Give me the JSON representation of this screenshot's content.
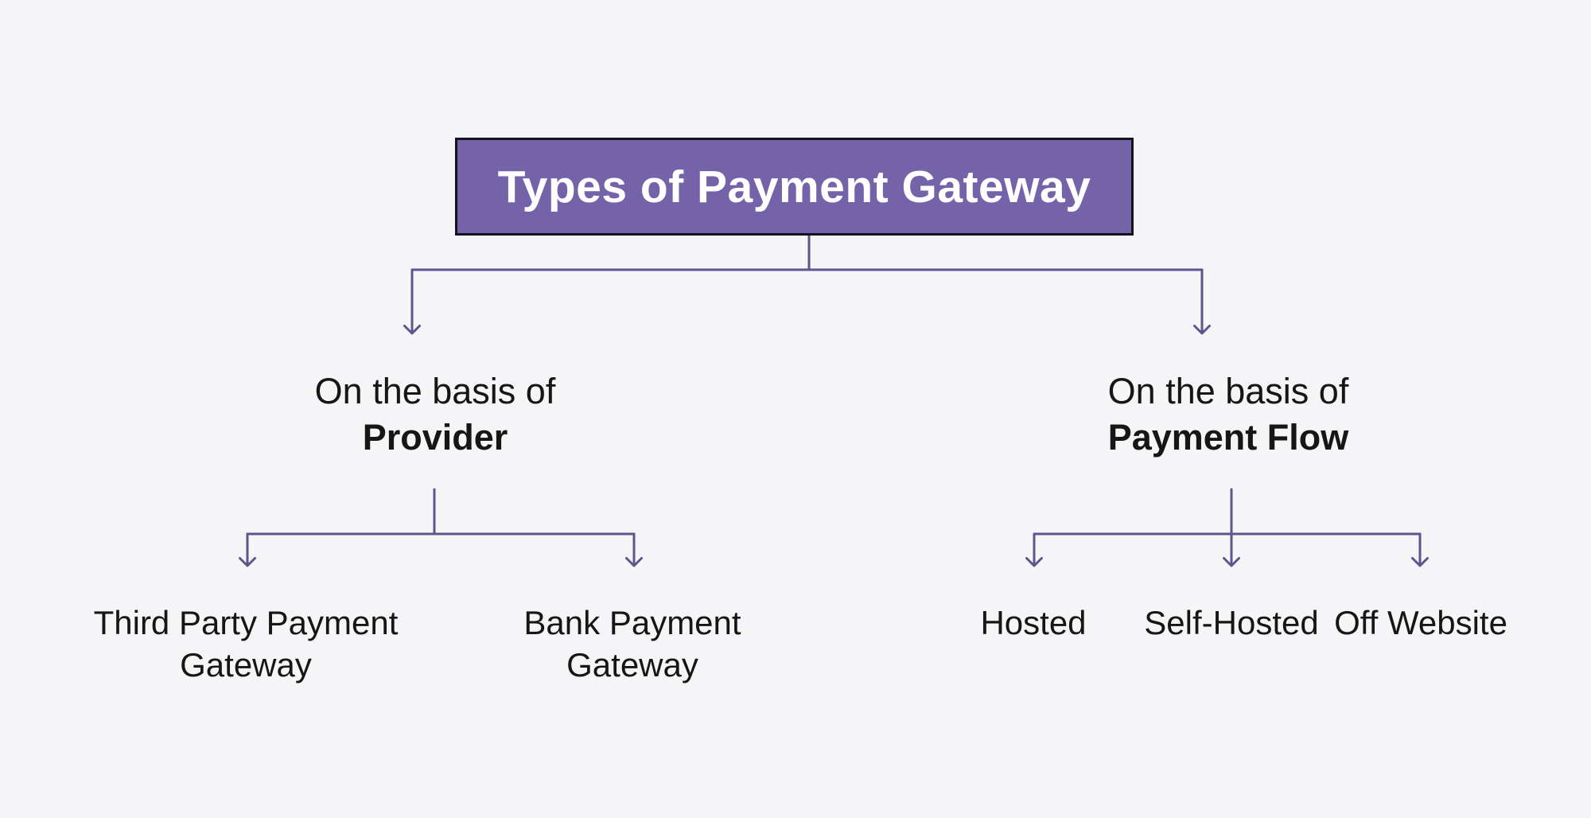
{
  "colors": {
    "page-bg": "#f5f5f7",
    "accent-purple": "#7463a9",
    "title-border": "#17121f",
    "title-text": "#ffffff",
    "connector": "#5f558c",
    "label-text": "#161616"
  },
  "root": {
    "title": "Types of Payment Gateway"
  },
  "branches": {
    "provider": {
      "prefix": "On the basis of",
      "name": "Provider",
      "leaves": [
        {
          "lines": [
            "Third Party Payment",
            "Gateway"
          ]
        },
        {
          "lines": [
            "Bank Payment",
            "Gateway"
          ]
        }
      ]
    },
    "payment_flow": {
      "prefix": "On the basis of",
      "name": "Payment Flow",
      "leaves": [
        {
          "lines": [
            "Hosted"
          ]
        },
        {
          "lines": [
            "Self-Hosted"
          ]
        },
        {
          "lines": [
            "Off Website"
          ]
        }
      ]
    }
  }
}
